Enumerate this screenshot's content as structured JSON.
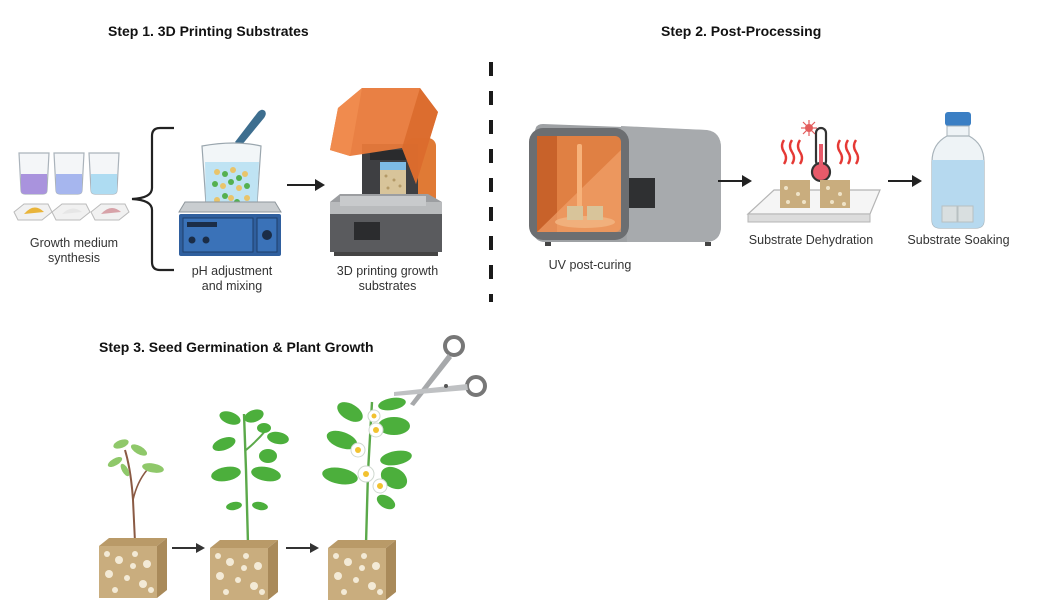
{
  "steps": [
    {
      "title": "Step 1. 3D Printing Substrates",
      "items": [
        {
          "label_lines": [
            "Growth medium",
            "synthesis"
          ],
          "icon": "beakers-and-powders-icon"
        },
        {
          "label_lines": [
            "pH adjustment",
            "and mixing"
          ],
          "icon": "stirrer-beaker-pipette-icon"
        },
        {
          "label_lines": [
            "3D printing growth",
            "substrates"
          ],
          "icon": "resin-3d-printer-icon"
        }
      ]
    },
    {
      "title": "Step 2. Post-Processing",
      "items": [
        {
          "label_lines": [
            "UV post-curing"
          ],
          "icon": "uv-curing-oven-icon"
        },
        {
          "label_lines": [
            "Substrate Dehydration"
          ],
          "icon": "heated-tray-thermometer-icon"
        },
        {
          "label_lines": [
            "Substrate Soaking"
          ],
          "icon": "soaking-bottle-icon"
        }
      ]
    },
    {
      "title": "Step 3. Seed Germination & Plant Growth",
      "items": [
        {
          "stage": "seedling",
          "icon": "seedling-on-substrate-icon"
        },
        {
          "stage": "young plant",
          "icon": "young-plant-on-substrate-icon"
        },
        {
          "stage": "flowering plant",
          "icon": "flowering-plant-on-substrate-icon"
        }
      ],
      "tool_icon": "scissors-icon"
    }
  ],
  "colors": {
    "printer_orange": "#e8793a",
    "device_gray": "#8c8e91",
    "stirrer_blue": "#2f5f9e",
    "liquid_blue": "#bfe0f2",
    "leaf_green": "#4caf3c",
    "substrate_tan": "#c9ad7e",
    "heat_red": "#e53935",
    "cap_blue": "#3b7fc4"
  }
}
